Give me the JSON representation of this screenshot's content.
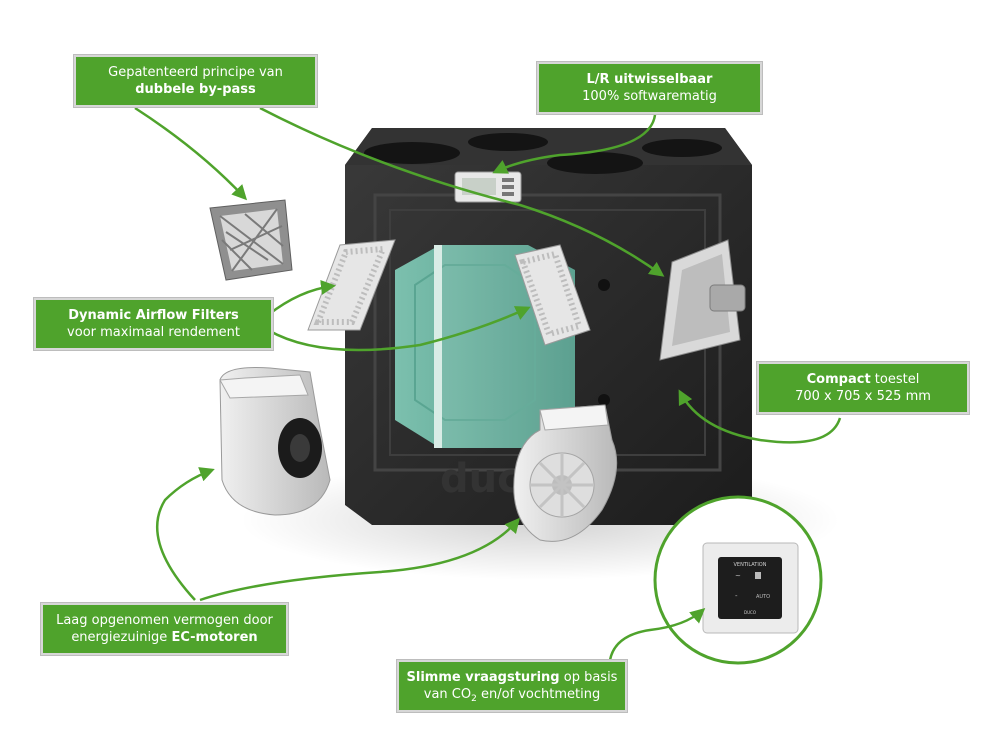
{
  "callouts": {
    "bypass": {
      "line1": "Gepatenteerd principe van",
      "line2_bold": "dubbele by-pass"
    },
    "lr": {
      "line1_bold": "L/R uitwisselbaar",
      "line2": "100% softwarematig"
    },
    "filters": {
      "line1_bold": "Dynamic Airflow Filters",
      "line2": "voor maximaal rendement"
    },
    "compact": {
      "line1_bold": "Compact",
      "line1_rest": " toestel",
      "line2": "700 x 705 x 525 mm"
    },
    "motors": {
      "line1": "Laag opgenomen vermogen door",
      "line2_pre": "energiezuinige ",
      "line2_bold": "EC-motoren"
    },
    "control": {
      "line1_bold": "Slimme vraagsturing",
      "line1_rest": " op basis",
      "line2_pre": "van CO",
      "line2_sub": "2",
      "line2_post": " en/of vochtmeting"
    }
  },
  "panel": {
    "title": "VENTILATION",
    "auto_label": "AUTO",
    "brand": "DUCO"
  },
  "unit_text": "DUCO",
  "colors": {
    "accent": "#4fa32c",
    "housing": "#2a2a2a",
    "exchanger": "#6cb5a3"
  }
}
